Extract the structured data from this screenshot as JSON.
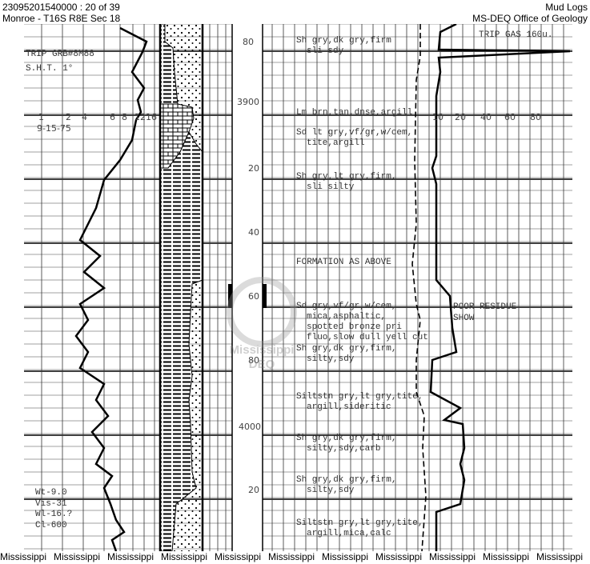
{
  "header": {
    "doc_id": "23095201540000 : 20 of 39",
    "location": "Monroe - T16S R8E Sec 18",
    "doc_type": "Mud Logs",
    "agency": "MS-DEQ Office of Geology"
  },
  "log": {
    "left_notes": [
      "TRIP GRB#8M88",
      "S.H.T. 1°"
    ],
    "rop_scale": [
      "1",
      "2",
      "4",
      "6",
      "8",
      "1216"
    ],
    "date": "9-15-75",
    "mud_props": [
      "Wt-9.0",
      "Vis-31",
      "Wl-16.?",
      "Cl-600"
    ],
    "depth_labels": [
      "80",
      "3900",
      "20",
      "40",
      "60",
      "80",
      "4000",
      "20"
    ],
    "gas_scale": [
      "10",
      "20",
      "40",
      "60",
      "80"
    ],
    "gas_notes": [
      "TRIP GAS 160u.",
      "POOR RESIDUE",
      "SHOW"
    ],
    "descriptions": [
      [
        "Sh gry,dk gry,firm",
        "sli sdy"
      ],
      [
        "Lm brn,tan,dnse,argill"
      ],
      [
        "Sd lt gry,vf/gr,w/cem,",
        "tite,argill"
      ],
      [
        "Sh gry,lt gry,firm,",
        "sli silty"
      ],
      [
        "FORMATION AS ABOVE"
      ],
      [
        "Sd gry,vf/gr,w/cem,",
        "mica,asphaltic,",
        "spotted bronze pri",
        "fluo,slow dull yell cut"
      ],
      [
        "Sh gry,dk gry,firm,",
        "silty,sdy"
      ],
      [
        "Siltstn gry,lt gry,tite,",
        "argill,sideritic"
      ],
      [
        "Sh gry,dk gry,firm,",
        "silty,sdy,carb"
      ],
      [
        "Sh gry,dk gry,firm,",
        "silty,sdy"
      ],
      [
        "Siltstn gry,lt gry,tite,",
        "argill,mica,calc"
      ]
    ]
  },
  "watermark": {
    "line1": "Mississippi",
    "line2": "DEQ"
  },
  "footer": {
    "labels": [
      "Mississippi",
      "Mississippi",
      "Mississippi",
      "Mississippi",
      "Mississippi",
      "Mississippi",
      "Mississippi",
      "Mississippi",
      "Mississippi",
      "Mississippi",
      "Mississippi"
    ]
  }
}
